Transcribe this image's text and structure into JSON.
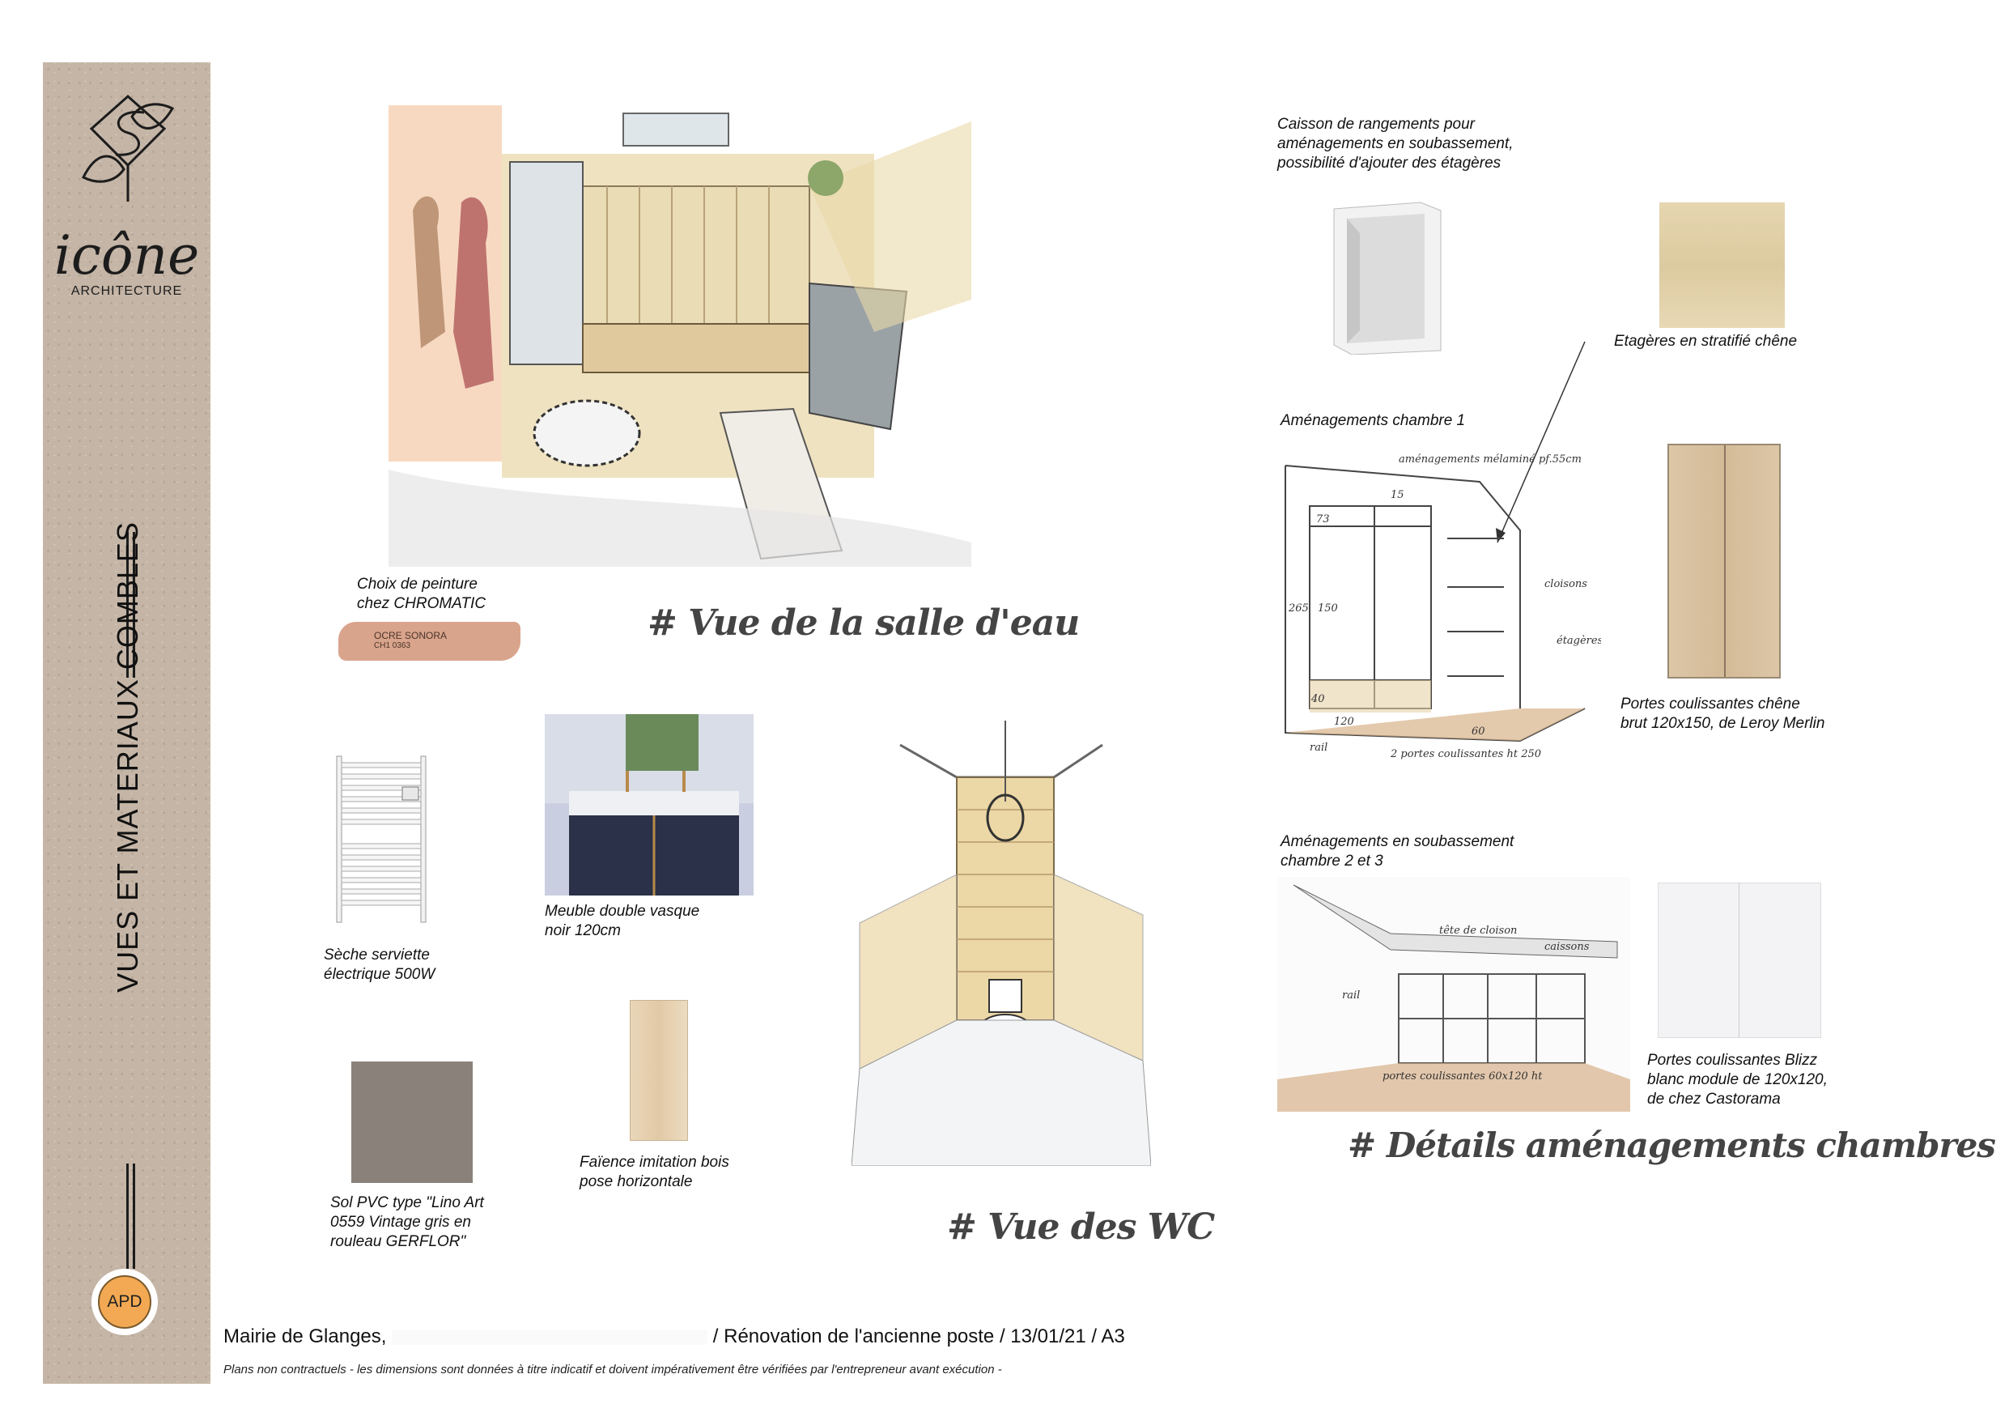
{
  "sidebar": {
    "logo_name": "icône",
    "logo_sub": "ARCHITECTURE",
    "vertical_title": "VUES ET MATERIAUX COMBLES",
    "badge": "APD"
  },
  "headings": {
    "bathroom_view": "# Vue de la salle d'eau",
    "wc_view": "# Vue des WC",
    "bedroom_details": "# Détails aménagements chambres"
  },
  "captions": {
    "paint_line1": "Choix de peinture",
    "paint_line2": "chez CHROMATIC",
    "paint_swatch_name": "OCRE SONORA",
    "paint_swatch_code": "CH1 0363",
    "towel_line1": "Sèche serviette",
    "towel_line2": "électrique 500W",
    "vanity_line1": "Meuble double vasque",
    "vanity_line2": "noir 120cm",
    "floor_line1": "Sol PVC type \"Lino Art",
    "floor_line2": "0559 Vintage gris en",
    "floor_line3": "rouleau GERFLOR\"",
    "tile_line1": "Faïence imitation bois",
    "tile_line2": "pose horizontale",
    "caisson_line1": "Caisson de rangements pour",
    "caisson_line2": "aménagements en soubassement,",
    "caisson_line3": "possibilité d'ajouter des étagères",
    "shelves": "Etagères en stratifié chêne",
    "room1": "Aménagements chambre 1",
    "oak_doors_line1": "Portes coulissantes chêne",
    "oak_doors_line2": "brut 120x150, de Leroy Merlin",
    "room23_line1": "Aménagements en soubassement",
    "room23_line2": "chambre 2 et 3",
    "blizz_line1": "Portes coulissantes Blizz",
    "blizz_line2": "blanc module de 120x120,",
    "blizz_line3": "de chez Castorama"
  },
  "sketch_labels": {
    "melamine": "aménagements mélaminé pf.55cm",
    "cloisons": "cloisons",
    "etageres": "étagères sur tasseaux",
    "rail": "rail",
    "portes": "2 portes coulissantes ht 250",
    "dim_265": "265",
    "dim_150": "150",
    "dim_120": "120",
    "dim_60": "60",
    "dim_40": "40",
    "dim_15": "15",
    "dim_73": "73",
    "tete_cloison": "tête de cloison",
    "caissons": "caissons",
    "rail2": "rail",
    "portes2": "portes coulissantes 60x120 ht"
  },
  "footer": {
    "project": "Mairie de Glanges,",
    "project_rest": "/ Rénovation de l'ancienne poste / 13/01/21 / A3",
    "disclaimer": "Plans non contractuels - les dimensions sont données à titre indicatif et doivent impérativement être vérifiées par l'entrepreneur avant exécution -"
  },
  "colors": {
    "sidebar": "#c4b5a6",
    "paint_swatch": "#d9a48c",
    "badge": "#f3a953",
    "floor_sample": "#8a817a",
    "wood_tile": "#e7d2b4",
    "oak_shelf": "#e3d3ac",
    "oak_door": "#d9c2a2"
  }
}
